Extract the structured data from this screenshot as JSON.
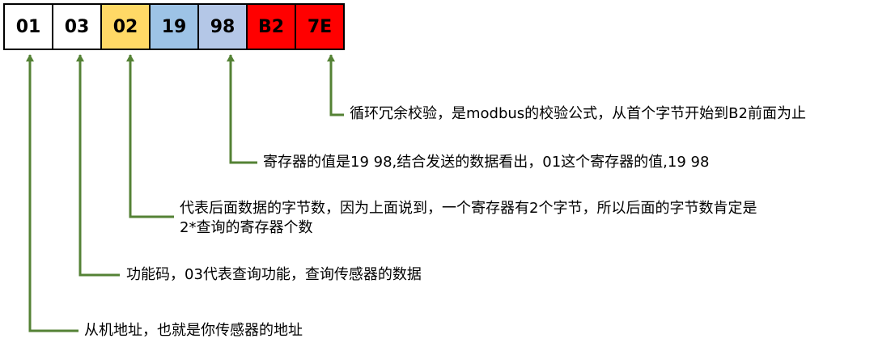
{
  "bytes": [
    {
      "label": "01",
      "color": "#ffffff"
    },
    {
      "label": "03",
      "color": "#ffffff"
    },
    {
      "label": "02",
      "color": "#ffd966"
    },
    {
      "label": "19",
      "color": "#9dc3e6"
    },
    {
      "label": "98",
      "color": "#b4c7e7"
    },
    {
      "label": "B2",
      "color": "#ff0000"
    },
    {
      "label": "7E",
      "color": "#ff0000"
    }
  ],
  "connector_color": "#548235",
  "annotations": [
    {
      "line1": "循环冗余校验，是modbus的校验公式，从首个字节开始到B2前面为止",
      "line2": ""
    },
    {
      "line1": "寄存器的值是19 98,结合发送的数据看出，01这个寄存器的值,19 98",
      "line2": ""
    },
    {
      "line1": "代表后面数据的字节数，因为上面说到，一个寄存器有2个字节，所以后面的字节数肯定是",
      "line2": "2*查询的寄存器个数"
    },
    {
      "line1": "功能码，03代表查询功能，查询传感器的数据",
      "line2": ""
    },
    {
      "line1": "从机地址，也就是你传感器的地址",
      "line2": ""
    }
  ]
}
